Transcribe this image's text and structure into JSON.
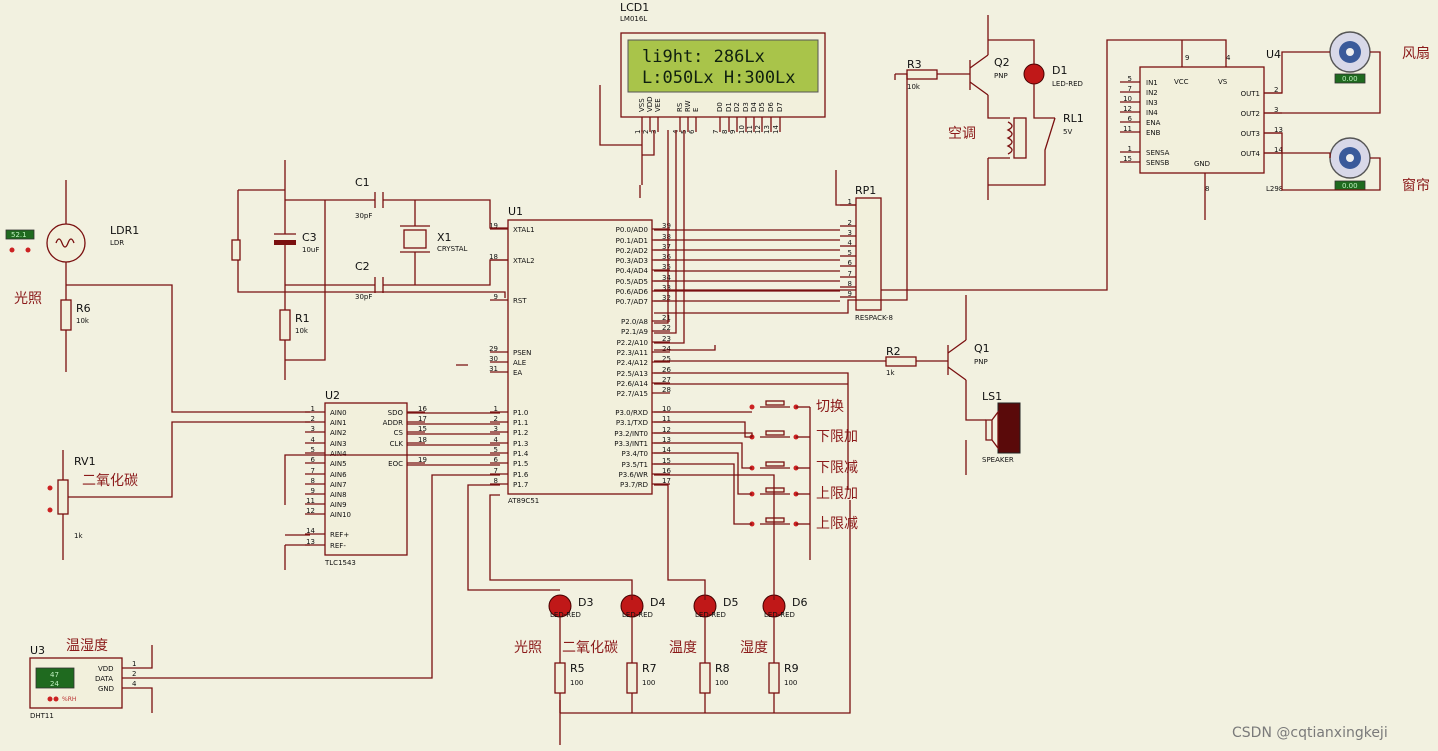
{
  "lcd": {
    "ref": "LCD1",
    "part": "LM016L",
    "line1": "li9ht:  286Lx",
    "line2": "L:050Lx H:300Lx",
    "pins": [
      "VSS",
      "VDD",
      "VEE",
      "RS",
      "RW",
      "E",
      "D0",
      "D1",
      "D2",
      "D3",
      "D4",
      "D5",
      "D6",
      "D7"
    ],
    "pin_nums": [
      "1",
      "2",
      "3",
      "4",
      "5",
      "6",
      "7",
      "8",
      "9",
      "10",
      "11",
      "12",
      "13",
      "14"
    ]
  },
  "mcu": {
    "ref": "U1",
    "part": "AT89C51",
    "left_pins": [
      {
        "n": "19",
        "l": "XTAL1"
      },
      {
        "n": "18",
        "l": "XTAL2"
      },
      {
        "n": "9",
        "l": "RST"
      },
      {
        "n": "29",
        "l": "PSEN"
      },
      {
        "n": "30",
        "l": "ALE"
      },
      {
        "n": "31",
        "l": "EA"
      },
      {
        "n": "1",
        "l": "P1.0"
      },
      {
        "n": "2",
        "l": "P1.1"
      },
      {
        "n": "3",
        "l": "P1.2"
      },
      {
        "n": "4",
        "l": "P1.3"
      },
      {
        "n": "5",
        "l": "P1.4"
      },
      {
        "n": "6",
        "l": "P1.5"
      },
      {
        "n": "7",
        "l": "P1.6"
      },
      {
        "n": "8",
        "l": "P1.7"
      }
    ],
    "right_pins": [
      {
        "n": "39",
        "l": "P0.0/AD0"
      },
      {
        "n": "38",
        "l": "P0.1/AD1"
      },
      {
        "n": "37",
        "l": "P0.2/AD2"
      },
      {
        "n": "36",
        "l": "P0.3/AD3"
      },
      {
        "n": "35",
        "l": "P0.4/AD4"
      },
      {
        "n": "34",
        "l": "P0.5/AD5"
      },
      {
        "n": "33",
        "l": "P0.6/AD6"
      },
      {
        "n": "32",
        "l": "P0.7/AD7"
      },
      {
        "n": "21",
        "l": "P2.0/A8"
      },
      {
        "n": "22",
        "l": "P2.1/A9"
      },
      {
        "n": "23",
        "l": "P2.2/A10"
      },
      {
        "n": "24",
        "l": "P2.3/A11"
      },
      {
        "n": "25",
        "l": "P2.4/A12"
      },
      {
        "n": "26",
        "l": "P2.5/A13"
      },
      {
        "n": "27",
        "l": "P2.6/A14"
      },
      {
        "n": "28",
        "l": "P2.7/A15"
      },
      {
        "n": "10",
        "l": "P3.0/RXD"
      },
      {
        "n": "11",
        "l": "P3.1/TXD"
      },
      {
        "n": "12",
        "l": "P3.2/INT0"
      },
      {
        "n": "13",
        "l": "P3.3/INT1"
      },
      {
        "n": "14",
        "l": "P3.4/T0"
      },
      {
        "n": "15",
        "l": "P3.5/T1"
      },
      {
        "n": "16",
        "l": "P3.6/WR"
      },
      {
        "n": "17",
        "l": "P3.7/RD"
      }
    ]
  },
  "adc": {
    "ref": "U2",
    "part": "TLC1543",
    "left_pins": [
      {
        "n": "1",
        "l": "AIN0"
      },
      {
        "n": "2",
        "l": "AIN1"
      },
      {
        "n": "3",
        "l": "AIN2"
      },
      {
        "n": "4",
        "l": "AIN3"
      },
      {
        "n": "5",
        "l": "AIN4"
      },
      {
        "n": "6",
        "l": "AIN5"
      },
      {
        "n": "7",
        "l": "AIN6"
      },
      {
        "n": "8",
        "l": "AIN7"
      },
      {
        "n": "9",
        "l": "AIN8"
      },
      {
        "n": "11",
        "l": "AIN9"
      },
      {
        "n": "12",
        "l": "AIN10"
      },
      {
        "n": "14",
        "l": "REF+"
      },
      {
        "n": "13",
        "l": "REF-"
      }
    ],
    "right_pins": [
      {
        "n": "16",
        "l": "SDO"
      },
      {
        "n": "17",
        "l": "ADDR"
      },
      {
        "n": "15",
        "l": "CS"
      },
      {
        "n": "18",
        "l": "CLK"
      },
      {
        "n": "19",
        "l": "EOC"
      }
    ]
  },
  "driver": {
    "ref": "U4",
    "part": "L298",
    "left_pins": [
      {
        "n": "5",
        "l": "IN1"
      },
      {
        "n": "7",
        "l": "IN2"
      },
      {
        "n": "10",
        "l": "IN3"
      },
      {
        "n": "12",
        "l": "IN4"
      },
      {
        "n": "6",
        "l": "ENA"
      },
      {
        "n": "11",
        "l": "ENB"
      },
      {
        "n": "1",
        "l": "SENSA"
      },
      {
        "n": "15",
        "l": "SENSB"
      }
    ],
    "right_pins": [
      {
        "n": "2",
        "l": "OUT1"
      },
      {
        "n": "3",
        "l": "OUT2"
      },
      {
        "n": "13",
        "l": "OUT3"
      },
      {
        "n": "14",
        "l": "OUT4"
      }
    ],
    "top": {
      "vcc": "VCC",
      "vs": "VS",
      "n9": "9",
      "n4": "4"
    },
    "gnd": "GND",
    "n8": "8"
  },
  "dht": {
    "ref": "U3",
    "part": "DHT11",
    "temp": "47",
    "hum": "24",
    "unit": "%RH",
    "pins": [
      "VDD",
      "DATA",
      "GND"
    ],
    "pin_nums": [
      "1",
      "2",
      "4"
    ],
    "label": "温湿度"
  },
  "crystal": {
    "ref": "X1",
    "part": "CRYSTAL"
  },
  "components": {
    "C1": {
      "ref": "C1",
      "val": "30pF"
    },
    "C2": {
      "ref": "C2",
      "val": "30pF"
    },
    "C3": {
      "ref": "C3",
      "val": "10uF"
    },
    "R1": {
      "ref": "R1",
      "val": "10k"
    },
    "R2": {
      "ref": "R2",
      "val": "1k"
    },
    "R3": {
      "ref": "R3",
      "val": "10k"
    },
    "R5": {
      "ref": "R5",
      "val": "100"
    },
    "R6": {
      "ref": "R6",
      "val": "10k"
    },
    "R7": {
      "ref": "R7",
      "val": "100"
    },
    "R8": {
      "ref": "R8",
      "val": "100"
    },
    "R9": {
      "ref": "R9",
      "val": "100"
    },
    "Q1": {
      "ref": "Q1",
      "val": "PNP"
    },
    "Q2": {
      "ref": "Q2",
      "val": "PNP"
    },
    "D1": {
      "ref": "D1",
      "val": "LED-RED"
    },
    "D3": {
      "ref": "D3",
      "val": "LED-RED"
    },
    "D4": {
      "ref": "D4",
      "val": "LED-RED"
    },
    "D5": {
      "ref": "D5",
      "val": "LED-RED"
    },
    "D6": {
      "ref": "D6",
      "val": "LED-RED"
    },
    "RL1": {
      "ref": "RL1",
      "val": "5V"
    },
    "LS1": {
      "ref": "LS1",
      "val": "SPEAKER"
    },
    "RP1": {
      "ref": "RP1",
      "val": "RESPACK-8",
      "pins": [
        "1",
        "2",
        "3",
        "4",
        "5",
        "6",
        "7",
        "8",
        "9"
      ]
    },
    "RV1": {
      "ref": "RV1",
      "val": "1k"
    },
    "LDR1": {
      "ref": "LDR1",
      "val": "LDR",
      "reading": "52.1"
    }
  },
  "motors": {
    "fan_reading": "0.00",
    "curtain_reading": "0.00"
  },
  "labels": {
    "light": "光照",
    "co2": "二氧化碳",
    "ac": "空调",
    "fan": "风扇",
    "curtain": "窗帘",
    "switch": "切换",
    "lower_add": "下限加",
    "lower_sub": "下限减",
    "upper_add": "上限加",
    "upper_sub": "上限减",
    "led_light": "光照",
    "led_co2": "二氧化碳",
    "led_temp": "温度",
    "led_hum": "湿度"
  },
  "watermark": "CSDN @cqtianxingkeji"
}
